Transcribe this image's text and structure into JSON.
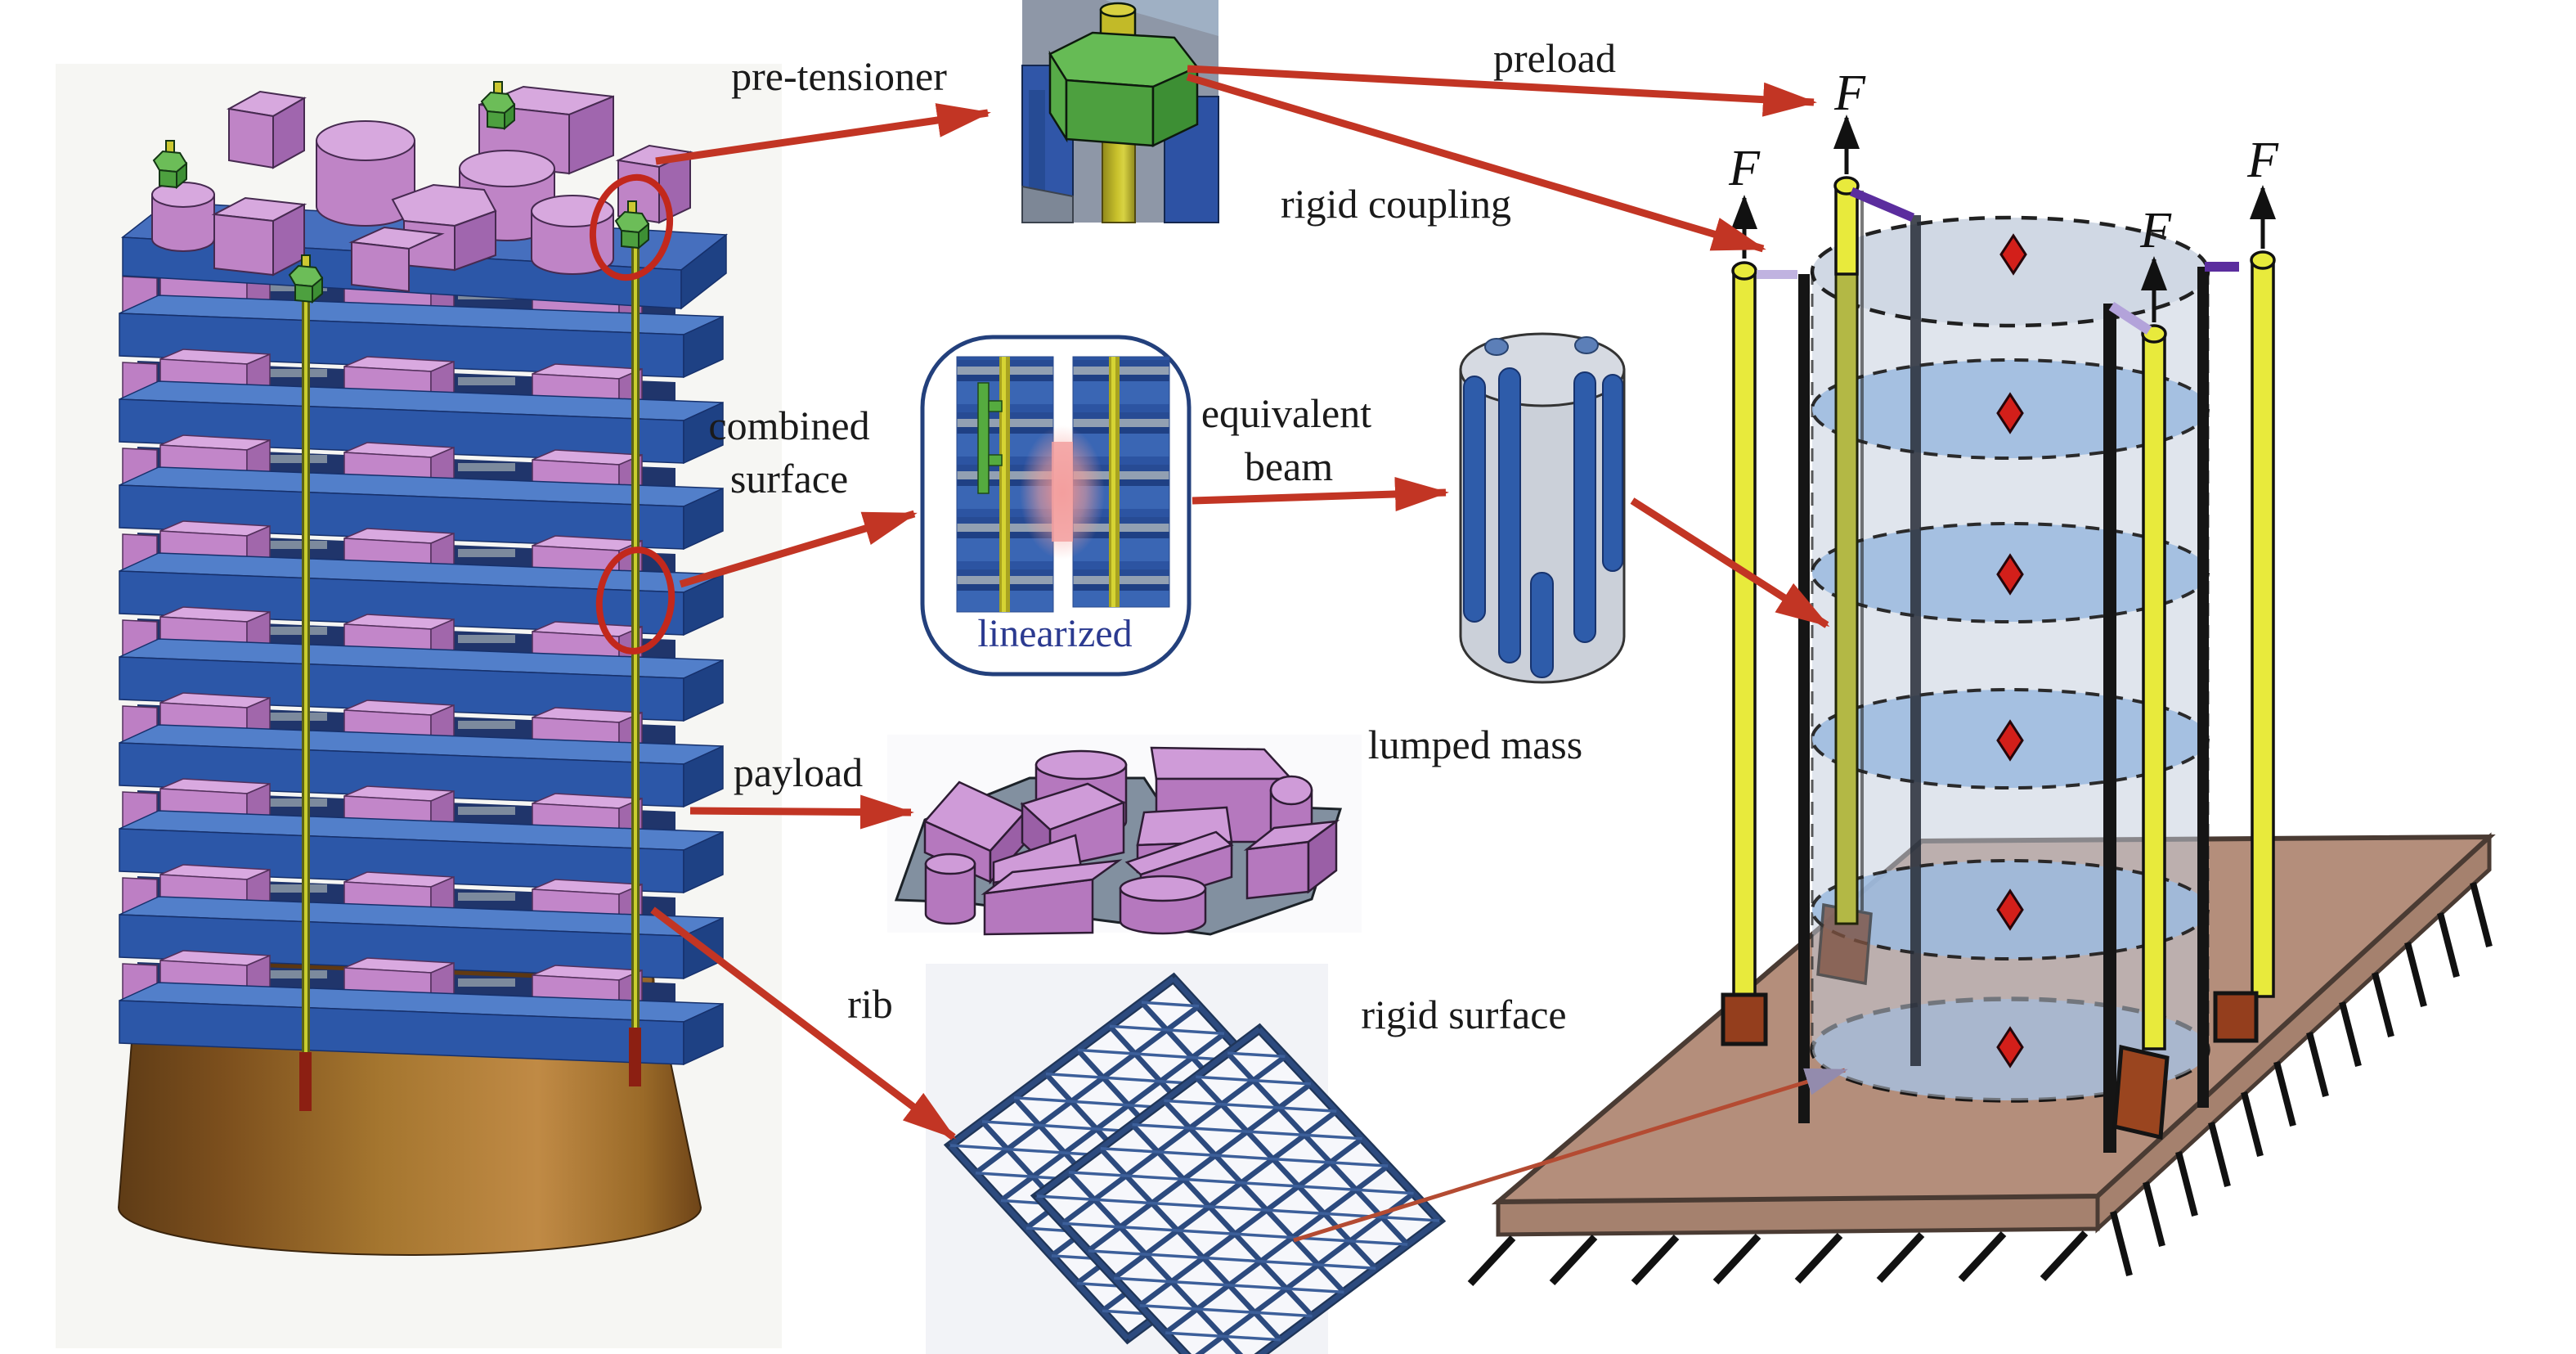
{
  "figure": {
    "title": "finite element model simplification diagram",
    "callouts": {
      "pre_tensioner": "pre-tensioner",
      "preload": "preload",
      "rigid_coupling": "rigid coupling",
      "combined_line1": "combined",
      "combined_line2": "surface",
      "equivalent_line1": "equivalent",
      "equivalent_line2": "beam",
      "linearized": "linearized",
      "payload": "payload",
      "lumped_mass": "lumped mass",
      "rib": "rib",
      "rigid_surface": "rigid surface",
      "force_symbol": "F"
    },
    "colors": {
      "callout_arrow_red": "#c23524",
      "highlight_circle_red": "#c2281c",
      "label_ink": "#1a1a1a",
      "linearized_blue": "#2b3a90",
      "plate_blue": "#3a66b4",
      "payload_purple": "#c188c8",
      "pedestal_brown": "#9a6428",
      "tension_rod_yellow": "#e8ea3c",
      "beam_black": "#151515",
      "coupling_purple": "#5b2d9e",
      "coupling_lavender": "#b3a3da",
      "mass_disk_blue": "#9dbbe0",
      "glass_cylinder_blue": "#c3cedd",
      "base_plate_brown": "#b48e7b",
      "anchor_block_brown": "#943e1d",
      "node_diamond_red": "#d31f1a",
      "rib_lattice_navy": "#2c4a7e"
    },
    "force_count": 4
  }
}
